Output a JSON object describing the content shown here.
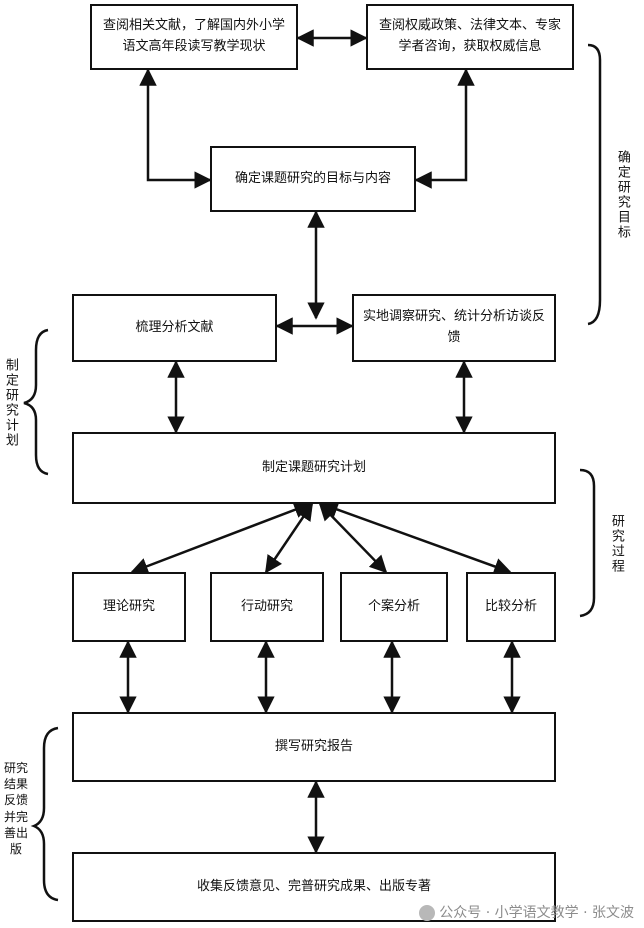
{
  "boxes": {
    "lit_review": "查阅相关文献，了解国内外小学语文高年段读写教学现状",
    "policy_review": "查阅权威政策、法律文本、专家学者咨询，获取权威信息",
    "define_goal": "确定课题研究的目标与内容",
    "analyze_lit": "梳理分析文献",
    "field_research": "实地调察研究、统计分析访谈反馈",
    "make_plan": "制定课题研究计划",
    "theory": "理论研究",
    "action": "行动研究",
    "case": "个案分析",
    "compare": "比较分析",
    "report": "撰写研究报告",
    "collect": "收集反馈意见、完普研究成果、出版专著"
  },
  "stages": {
    "s1": "确定研究目标",
    "s2": "制定研究计划",
    "s3": "研究过程",
    "s4": "研究结果反馈并完善出版"
  },
  "watermark": "公众号 · 小学语文教学 · 张文波"
}
